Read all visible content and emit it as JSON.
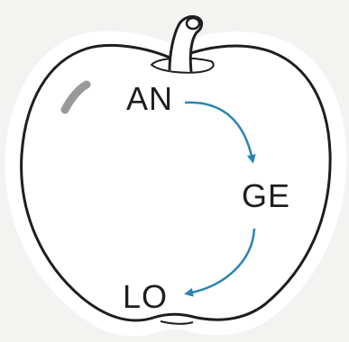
{
  "diagram": {
    "syllables": {
      "first": "AN",
      "second": "GE",
      "third": "LO"
    },
    "colors": {
      "arrow": "#2a85b5",
      "outline": "#1e1e1e",
      "background": "#f3f3f2",
      "apple_fill": "#ffffff"
    },
    "icons": {
      "shape": "apple-outline-icon",
      "connector": "curved-arrow-icon"
    }
  }
}
